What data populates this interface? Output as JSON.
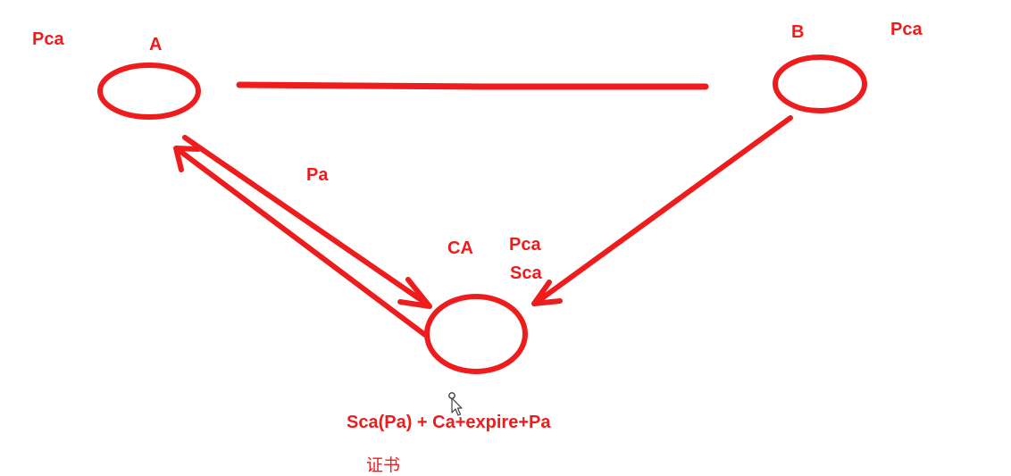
{
  "colors": {
    "ink": "#ee1c1c",
    "background": "#ffffff",
    "cursor_fill": "#ffffff",
    "cursor_stroke": "#404040"
  },
  "labels": {
    "a_key": "Pca",
    "a_name": "A",
    "b_name": "B",
    "b_key": "Pca",
    "pa": "Pa",
    "ca_name": "CA",
    "ca_public": "Pca",
    "ca_secret": "Sca",
    "formula": "Sca(Pa) + Ca+expire+Pa",
    "certificate": "证书"
  },
  "icons": {
    "cursor": "mouse-pointer-icon"
  }
}
